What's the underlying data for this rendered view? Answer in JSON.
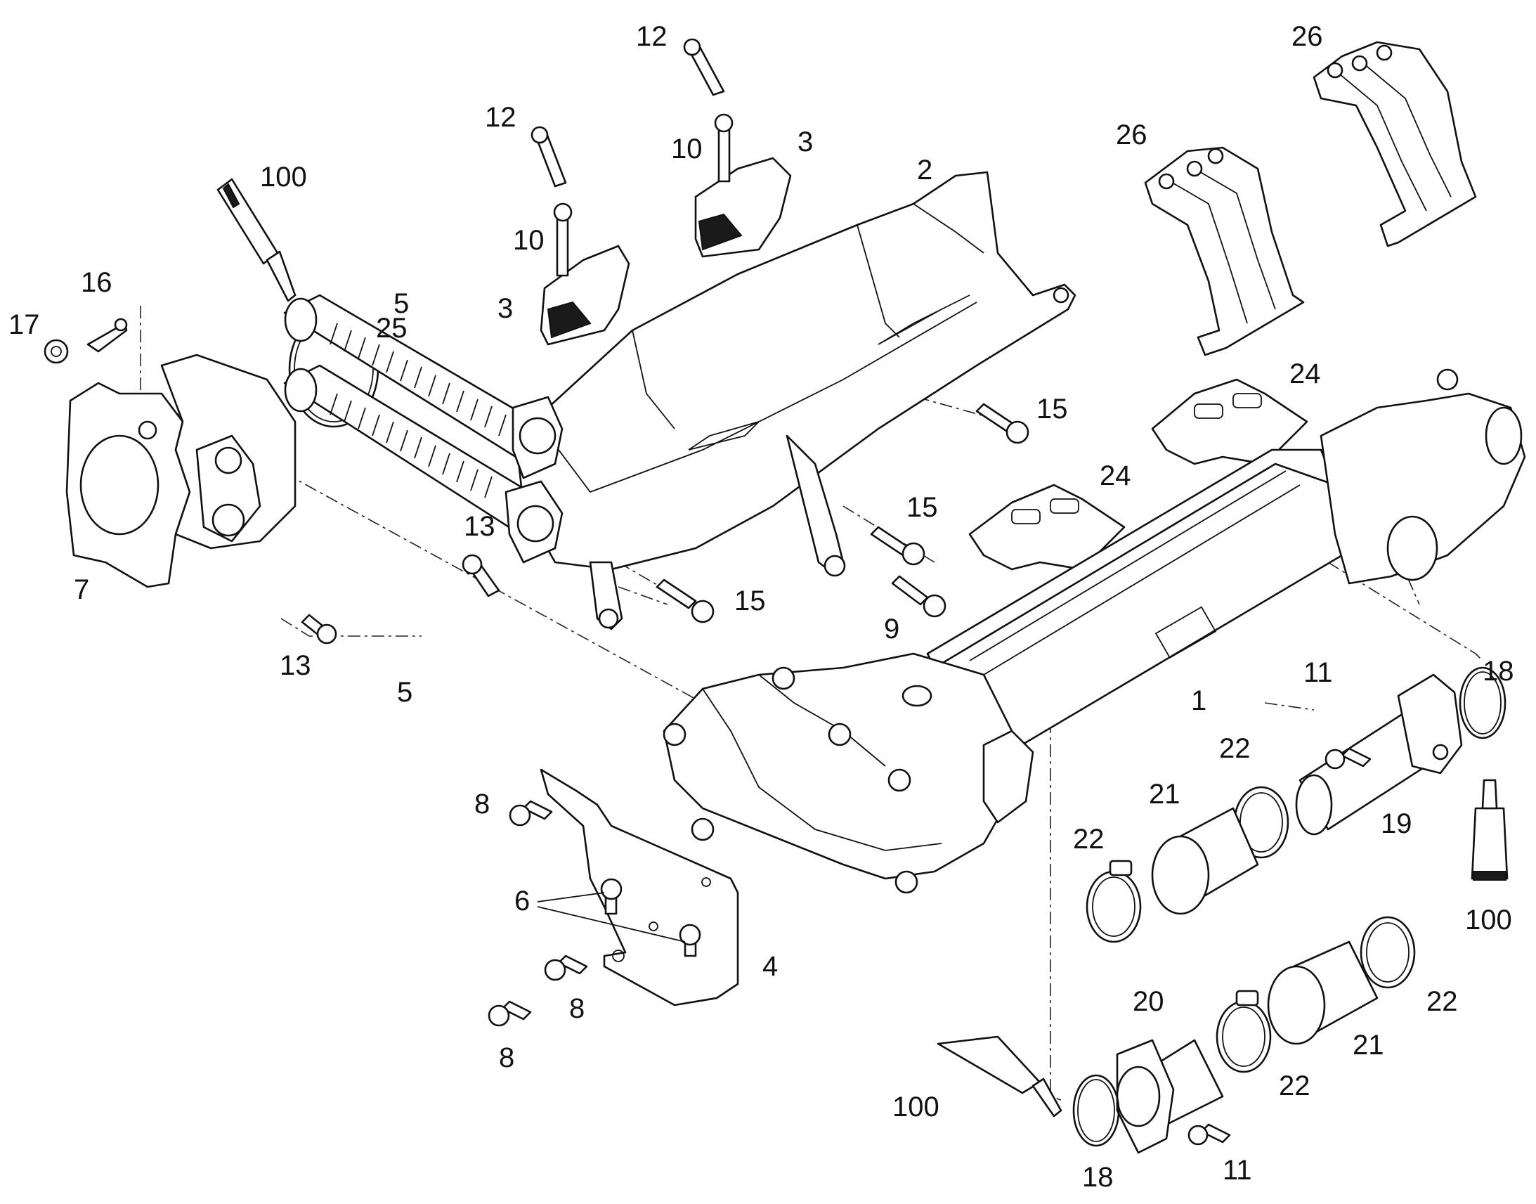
{
  "diagram": {
    "callouts": [
      {
        "id": "c-12a",
        "label": "12"
      },
      {
        "id": "c-12b",
        "label": "12"
      },
      {
        "id": "c-26a",
        "label": "26"
      },
      {
        "id": "c-26b",
        "label": "26"
      },
      {
        "id": "c-100a",
        "label": "100"
      },
      {
        "id": "c-10a",
        "label": "10"
      },
      {
        "id": "c-3a",
        "label": "3"
      },
      {
        "id": "c-2",
        "label": "2"
      },
      {
        "id": "c-10b",
        "label": "10"
      },
      {
        "id": "c-16",
        "label": "16"
      },
      {
        "id": "c-17",
        "label": "17"
      },
      {
        "id": "c-25",
        "label": "25"
      },
      {
        "id": "c-3b",
        "label": "3"
      },
      {
        "id": "c-24a",
        "label": "24"
      },
      {
        "id": "c-15a",
        "label": "15"
      },
      {
        "id": "c-24b",
        "label": "24"
      },
      {
        "id": "c-5a",
        "label": "5"
      },
      {
        "id": "c-13a",
        "label": "13"
      },
      {
        "id": "c-15b",
        "label": "15"
      },
      {
        "id": "c-7",
        "label": "7"
      },
      {
        "id": "c-15c",
        "label": "15"
      },
      {
        "id": "c-9",
        "label": "9"
      },
      {
        "id": "c-13b",
        "label": "13"
      },
      {
        "id": "c-5b",
        "label": "5"
      },
      {
        "id": "c-11a",
        "label": "11"
      },
      {
        "id": "c-18a",
        "label": "18"
      },
      {
        "id": "c-1",
        "label": "1"
      },
      {
        "id": "c-22a",
        "label": "22"
      },
      {
        "id": "c-21a",
        "label": "21"
      },
      {
        "id": "c-8a",
        "label": "8"
      },
      {
        "id": "c-22b",
        "label": "22"
      },
      {
        "id": "c-19",
        "label": "19"
      },
      {
        "id": "c-6",
        "label": "6"
      },
      {
        "id": "c-100b",
        "label": "100"
      },
      {
        "id": "c-4",
        "label": "4"
      },
      {
        "id": "c-8b",
        "label": "8"
      },
      {
        "id": "c-20",
        "label": "20"
      },
      {
        "id": "c-22c",
        "label": "22"
      },
      {
        "id": "c-21b",
        "label": "21"
      },
      {
        "id": "c-8c",
        "label": "8"
      },
      {
        "id": "c-22d",
        "label": "22"
      },
      {
        "id": "c-100c",
        "label": "100"
      },
      {
        "id": "c-18b",
        "label": "18"
      },
      {
        "id": "c-11b",
        "label": "11"
      }
    ]
  }
}
